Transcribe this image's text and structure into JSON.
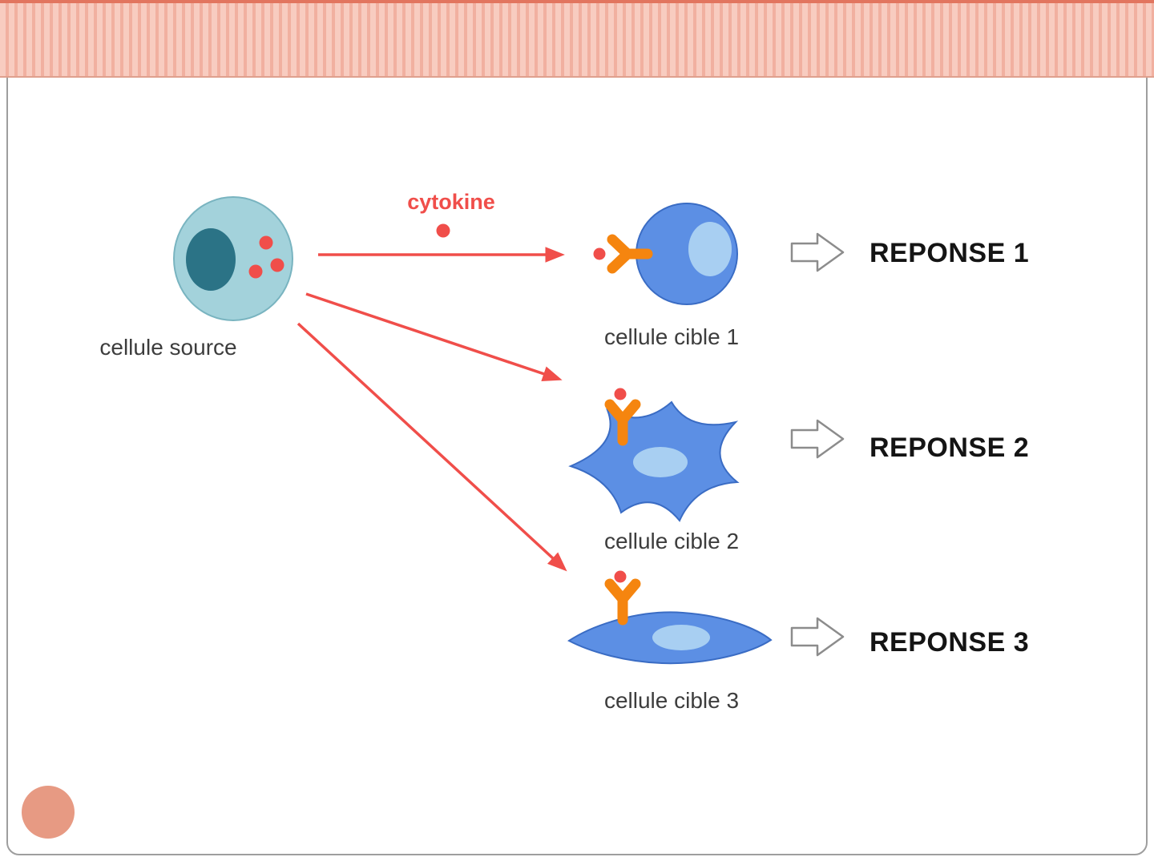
{
  "diagram": {
    "cytokine_label": "cytokine",
    "source_label": "cellule source",
    "targets": [
      {
        "label": "cellule cible 1",
        "response": "REPONSE 1"
      },
      {
        "label": "cellule cible 2",
        "response": "REPONSE 2"
      },
      {
        "label": "cellule cible 3",
        "response": "REPONSE 3"
      }
    ]
  },
  "colors": {
    "red": "#f04e4a",
    "source_cell_body": "#a3d2db",
    "source_cell_nucleus": "#2b7386",
    "target_cell_blue": "#5c8fe4",
    "target_cell_nucleus": "#a8cff2",
    "receptor_orange": "#f5850f",
    "banner_pink": "#f3b9ab",
    "accent_circle": "#e79a83"
  }
}
